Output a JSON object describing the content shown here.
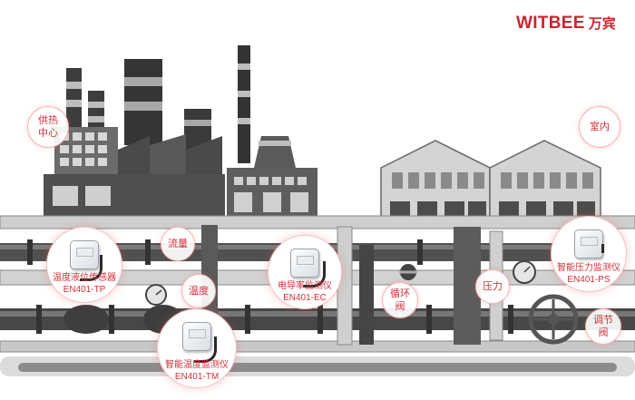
{
  "brand": {
    "name_en": "WITBEE",
    "name_cn": "万宾"
  },
  "colors": {
    "accent": "#d0303a",
    "pipe_dark": "#4a4a4a",
    "pipe_light": "#c9c9c9"
  },
  "zones": {
    "heat_supply_line1": "供热",
    "heat_supply_line2": "中心",
    "indoor": "室内"
  },
  "labels": {
    "flow": "流量",
    "temperature": "温度",
    "circulation_valve_line1": "循环",
    "circulation_valve_line2": "阀",
    "pressure": "压力",
    "regulating_valve_line1": "调节",
    "regulating_valve_line2": "阀"
  },
  "devices": [
    {
      "name": "温度液位传感器",
      "model": "EN401-TP"
    },
    {
      "name": "电导率监测仪",
      "model": "EN401-EC"
    },
    {
      "name": "智能压力监测仪",
      "model": "EN401-PS"
    },
    {
      "name": "智能温度监测仪",
      "model": "EN401-TM"
    }
  ]
}
